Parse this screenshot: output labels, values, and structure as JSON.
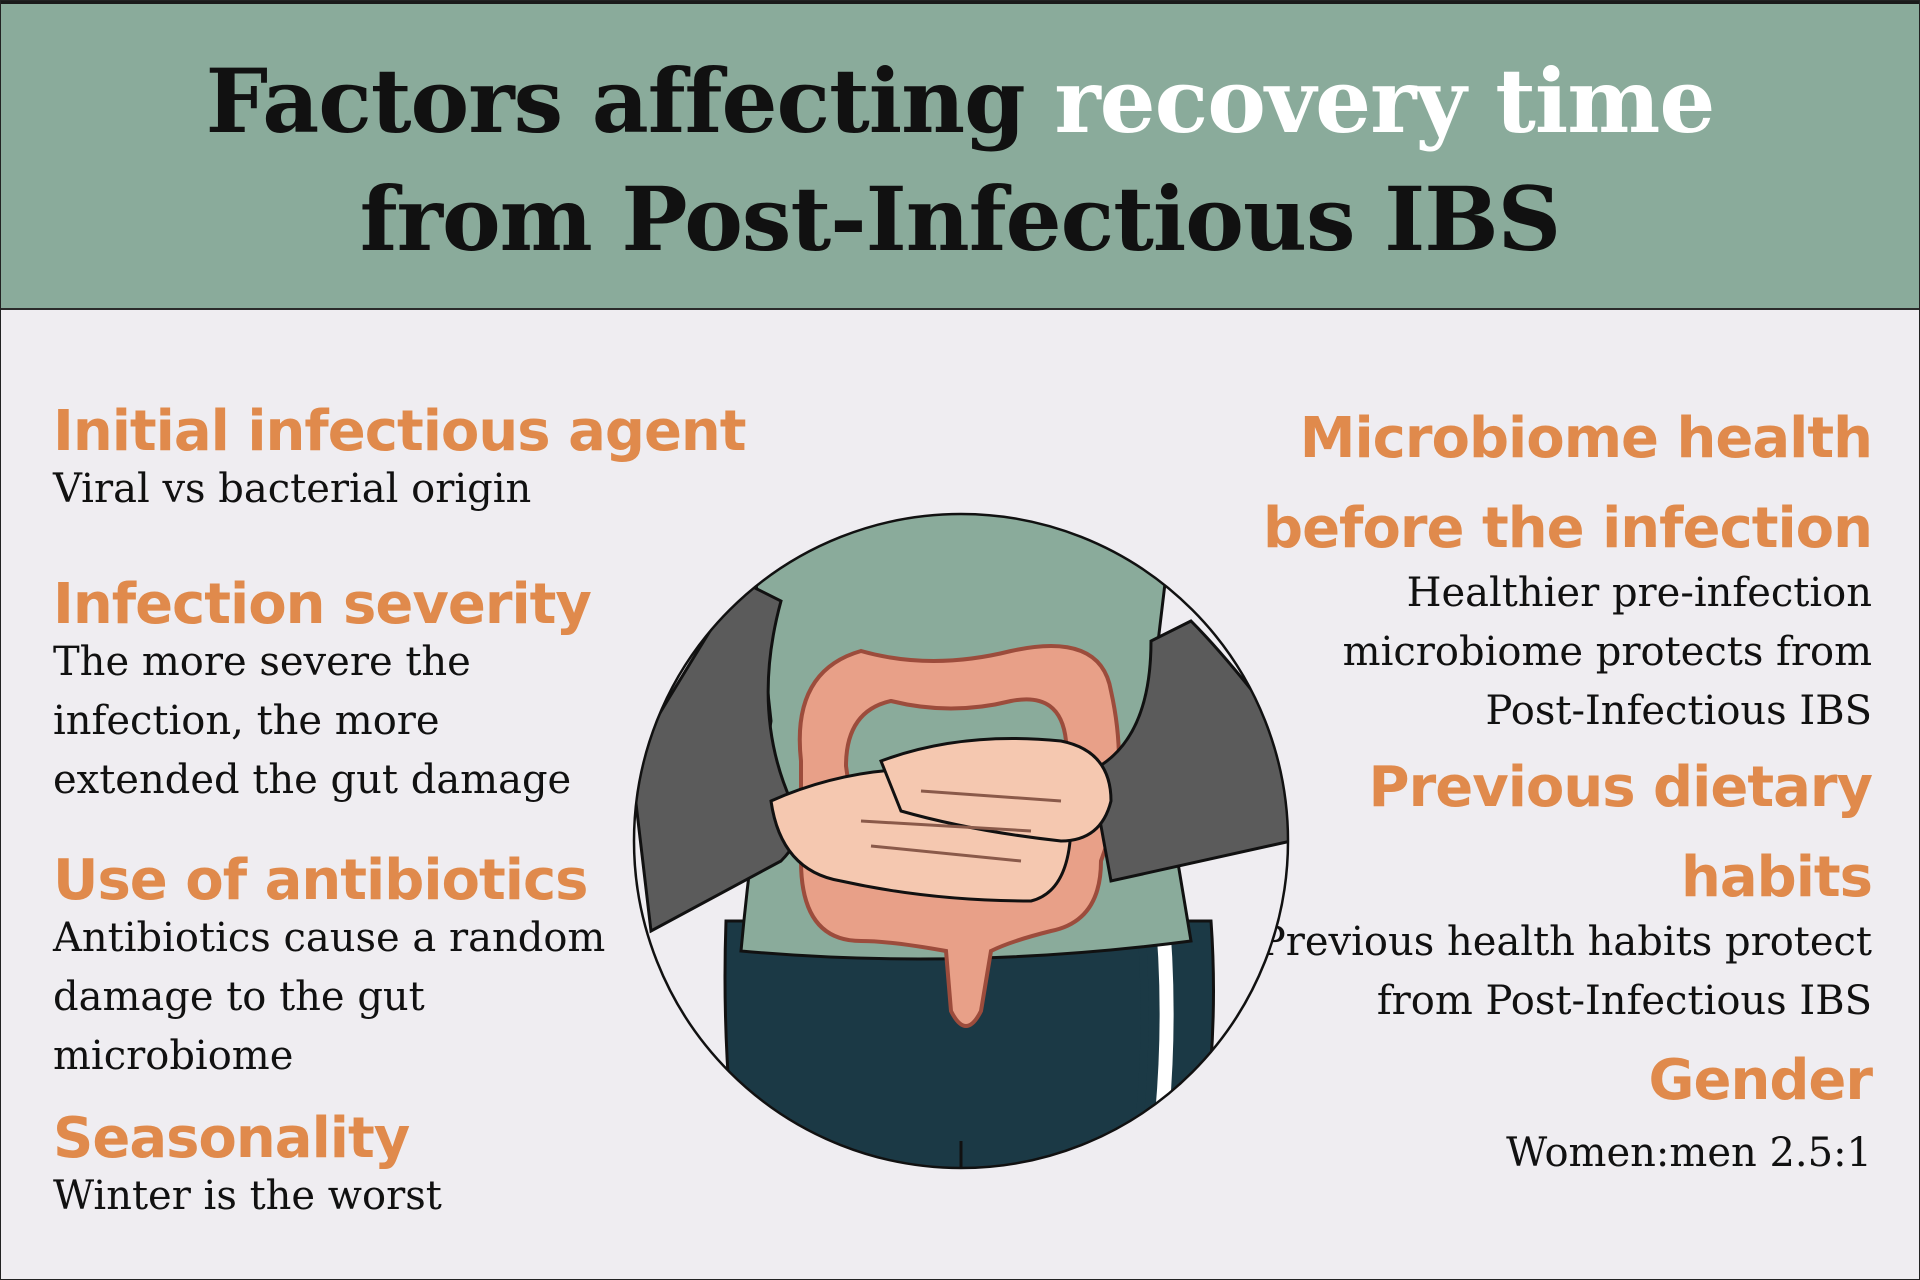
{
  "title": {
    "part1": "Factors affecting ",
    "highlight": "recovery time",
    "line2": "from Post-Infectious IBS"
  },
  "left_factors": [
    {
      "heading": "Initial infectious agent",
      "lines": [
        "Viral vs bacterial origin"
      ]
    },
    {
      "heading": "Infection severity",
      "lines": [
        "The more severe the",
        "infection, the more",
        "extended the gut damage"
      ]
    },
    {
      "heading": "Use of antibiotics",
      "lines": [
        "Antibiotics cause  a random",
        "damage to the gut",
        "microbiome"
      ]
    },
    {
      "heading": "Seasonality",
      "lines": [
        "Winter is the worst"
      ]
    }
  ],
  "right_factors": [
    {
      "heading_lines": [
        "Microbiome health",
        "before the infection"
      ],
      "lines": [
        "Healthier pre-infection",
        "microbiome protects from",
        "Post-Infectious IBS"
      ]
    },
    {
      "heading_lines": [
        "Previous dietary",
        "habits"
      ],
      "lines": [
        "Previous health habits protect",
        "from Post-Infectious IBS"
      ]
    },
    {
      "heading_lines": [
        "Gender"
      ],
      "lines": [
        "Women:men 2.5:1"
      ]
    }
  ],
  "colors": {
    "header_bg": "#8aab9b",
    "heading_orange": "#e08a4c",
    "body_bg": "#efedf1",
    "highlight_white": "#ffffff"
  },
  "illustration": "person-holding-abdomen-with-colon-illustration"
}
